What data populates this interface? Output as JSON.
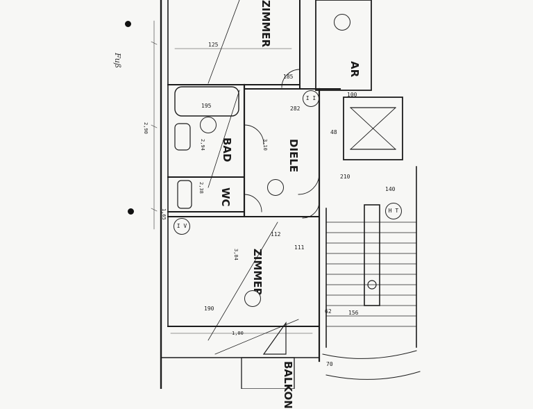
{
  "rooms": {
    "zimmer_top": "ZIMMER",
    "diele": "DIELE",
    "bad": "BAD",
    "wc": "WC",
    "zimmer": "ZIMMER",
    "ar": "AR",
    "balkon": "BALKON"
  },
  "dimensions": {
    "d1": "195",
    "d2": "282",
    "d3": "125",
    "d4": "112",
    "d5": "111",
    "d6": "100",
    "d7": "70",
    "d8": "2,90",
    "d9": "1,65",
    "d10": "1,00",
    "d11": "185",
    "d12": "190",
    "d13": "210",
    "d14": "140",
    "d15": "48",
    "d16": "62",
    "d17": "156"
  },
  "markers": {
    "m1": "I I",
    "m2": "I V",
    "m3": "H T"
  },
  "codes": {
    "c1": "2,94",
    "c2": "3,10",
    "c3": "2,38",
    "c4": "3,84"
  },
  "handwriting": {
    "h1": "Fuß"
  }
}
